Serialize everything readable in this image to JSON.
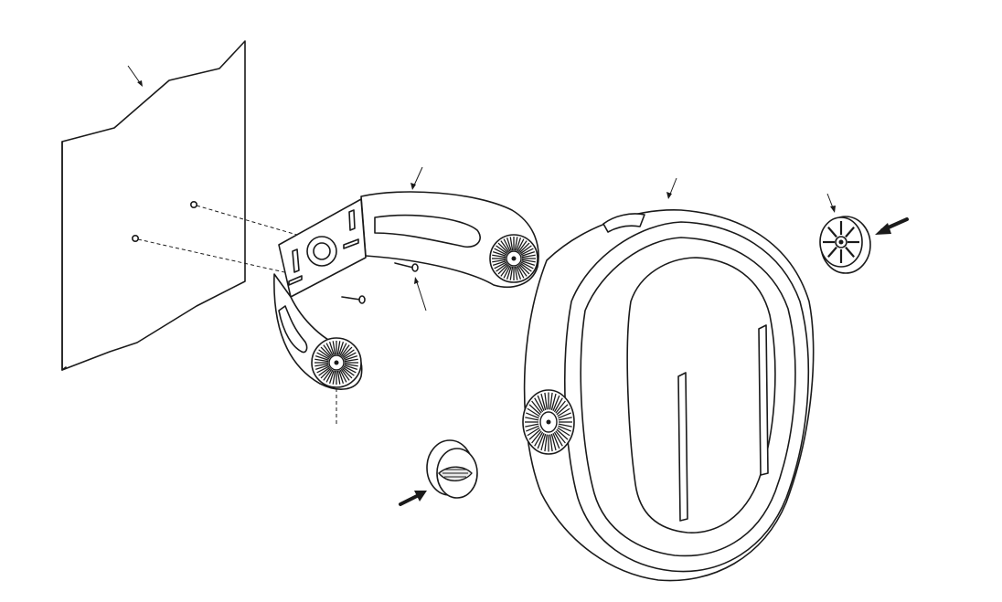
{
  "diagram": {
    "background": "#ffffff",
    "stroke_color": "#1a1a1a",
    "parts": [
      "wall",
      "mounting-bracket",
      "wall-screw",
      "speaker-enclosure",
      "side-knob-left",
      "end-cap-right"
    ],
    "icons": [
      "leader-arrow",
      "bold-arrow",
      "ratchet-disc",
      "screw",
      "dashed-guide-line"
    ]
  }
}
